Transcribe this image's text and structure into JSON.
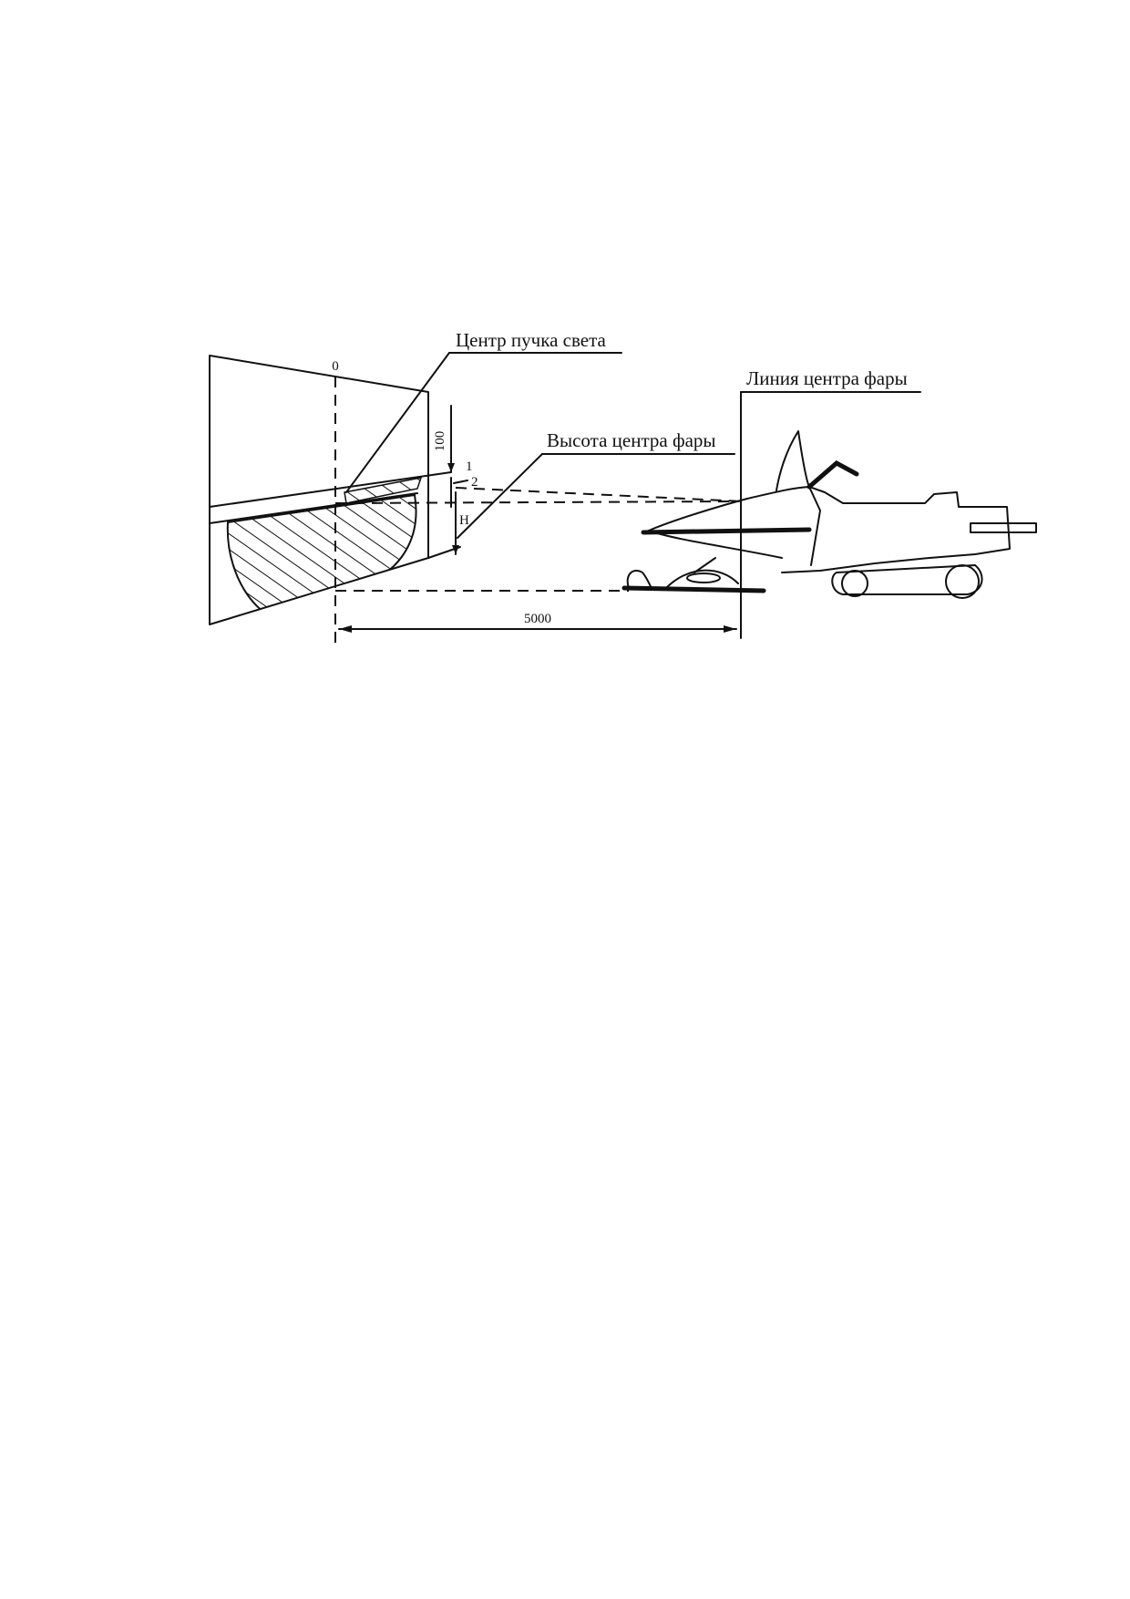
{
  "labels": {
    "beam_center": "Центр пучка света",
    "headlight_line": "Линия центра фары",
    "headlight_height": "Высота центра фары",
    "axis_zero": "0",
    "dim_100": "100",
    "mark_1": "1",
    "mark_2": "2",
    "mark_h": "H",
    "distance": "5000"
  }
}
